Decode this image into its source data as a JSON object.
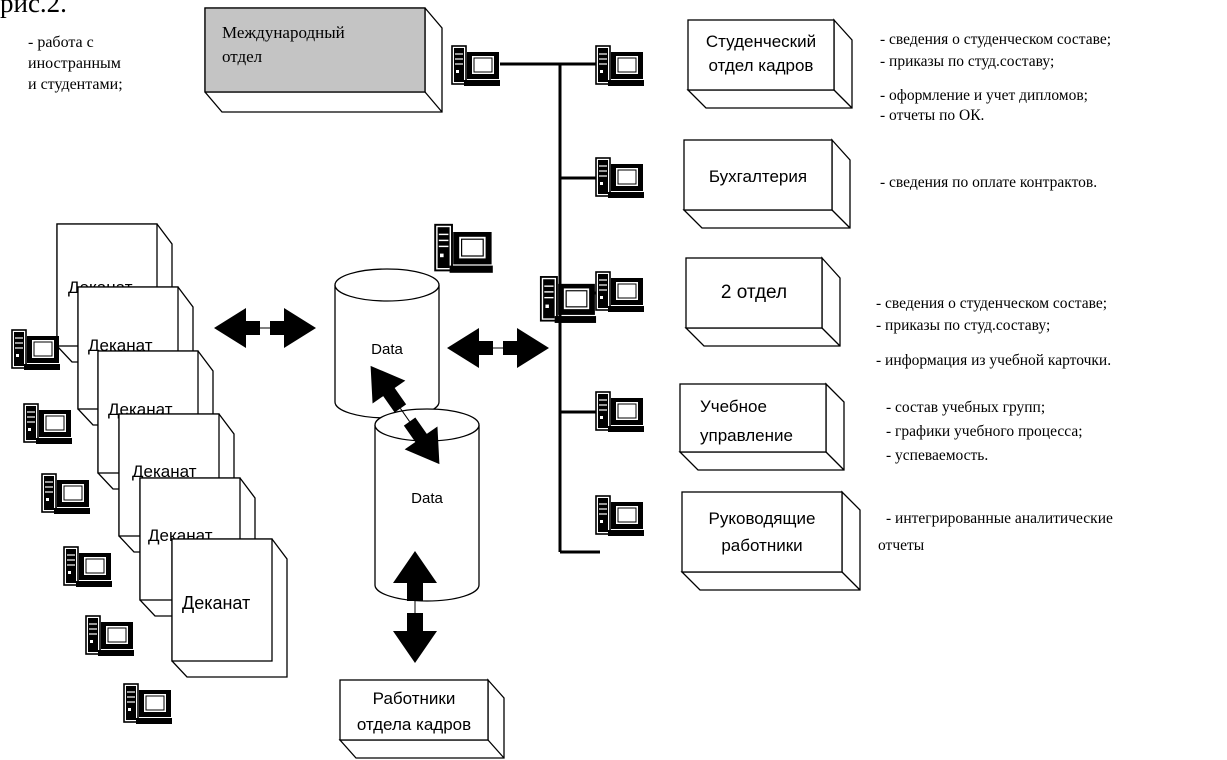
{
  "figure_label": "рис.2.",
  "international": {
    "title_line1": "Международный",
    "title_line2": "отдел",
    "notes": [
      "- работа с",
      "иностранным",
      "и студентами;"
    ]
  },
  "data_store_label": "Data",
  "deanery_label": "Деканат",
  "hr_workers": {
    "line1": "Работники",
    "line2": "отдела кадров"
  },
  "departments": [
    {
      "name_lines": [
        "Студенческий",
        "отдел кадров"
      ],
      "notes": [
        "- сведения о студенческом составе;",
        "- приказы по студ.составу;",
        "- оформление и учет дипломов;",
        "- отчеты по ОК."
      ]
    },
    {
      "name_lines": [
        "Бухгалтерия"
      ],
      "notes": [
        "- сведения по оплате контрактов."
      ]
    },
    {
      "name_lines": [
        "2 отдел"
      ],
      "notes": [
        "- сведения о студенческом составе;",
        "- приказы по студ.составу;",
        "- информация из учебной карточки."
      ]
    },
    {
      "name_lines": [
        "Учебное",
        "управление"
      ],
      "notes": [
        "- состав учебных групп;",
        "- графики учебного процесса;",
        "- успеваемость."
      ]
    },
    {
      "name_lines": [
        "Руководящие",
        "работники"
      ],
      "notes": [
        "- интегрированные аналитические",
        "отчеты"
      ]
    }
  ]
}
